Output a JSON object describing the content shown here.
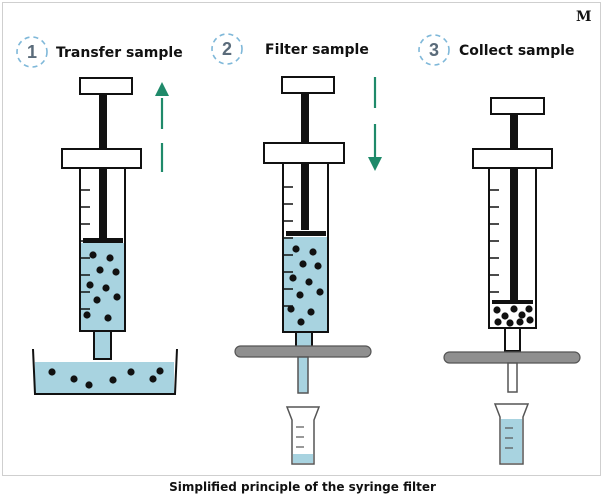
{
  "brand": "M",
  "caption": "Simplified principle of the syringe filter",
  "steps": [
    {
      "number": "1",
      "label": "Transfer sample"
    },
    {
      "number": "2",
      "label": "Filter sample"
    },
    {
      "number": "3",
      "label": "Collect sample"
    }
  ],
  "colors": {
    "liquid": "#a8d3e0",
    "particle": "#111111",
    "filter": "#8f8f8f",
    "arrow": "#1f8a6a",
    "step_circle": "#7fb8d9"
  }
}
